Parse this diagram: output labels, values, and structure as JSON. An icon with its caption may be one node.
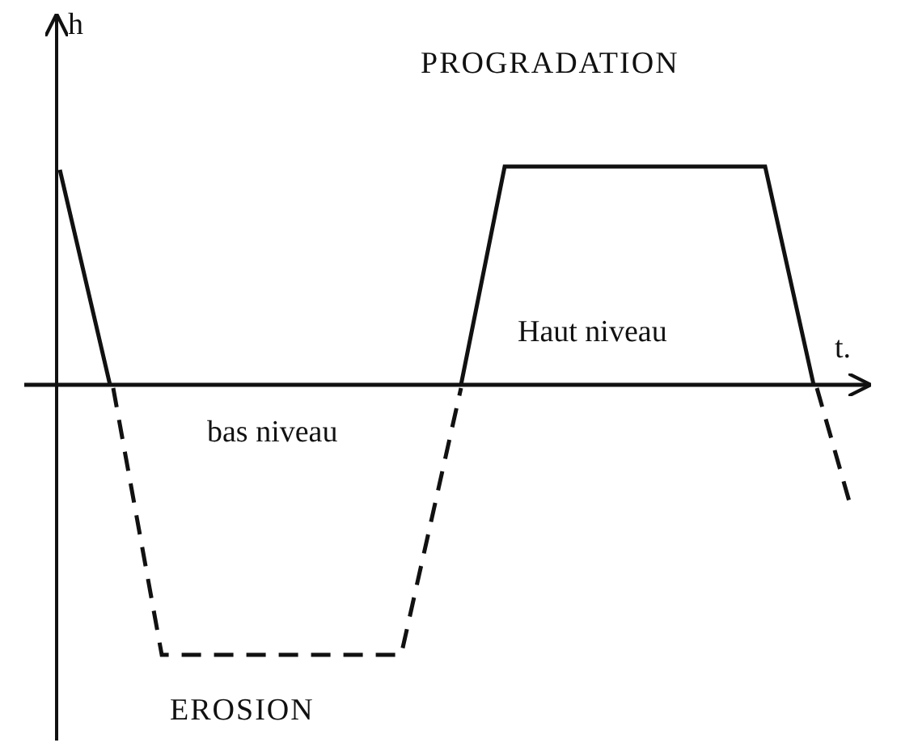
{
  "diagram": {
    "labels": [
      "h",
      "PROGRADATION",
      "Haut niveau",
      "t.",
      "bas niveau",
      "EROSION"
    ]
  }
}
